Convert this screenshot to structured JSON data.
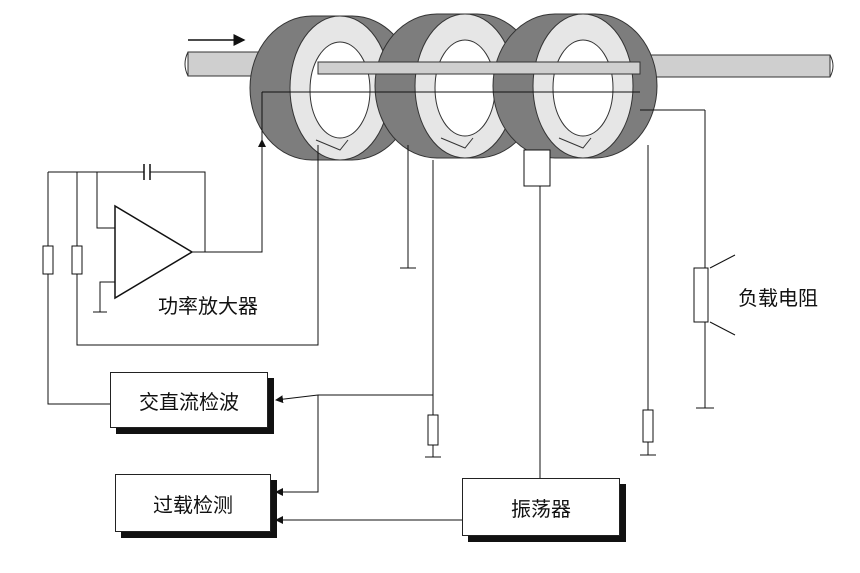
{
  "labels": {
    "power_amplifier": "功率放大器",
    "load_resistor": "负载电阻",
    "ac_dc_detector": "交直流检波",
    "overload_detection": "过载检测",
    "oscillator": "振荡器"
  },
  "colors": {
    "line": "#111111",
    "core_light": "#e6e6e6",
    "core_mid": "#b5b5b5",
    "core_dark": "#7d7d7d",
    "conductor": "#cfcfcf"
  },
  "icons": {
    "current_direction": "arrow-right-icon",
    "amplifier": "triangle-amplifier-icon",
    "capacitor": "capacitor-icon",
    "resistor": "resistor-icon",
    "ground": "ground-icon"
  }
}
